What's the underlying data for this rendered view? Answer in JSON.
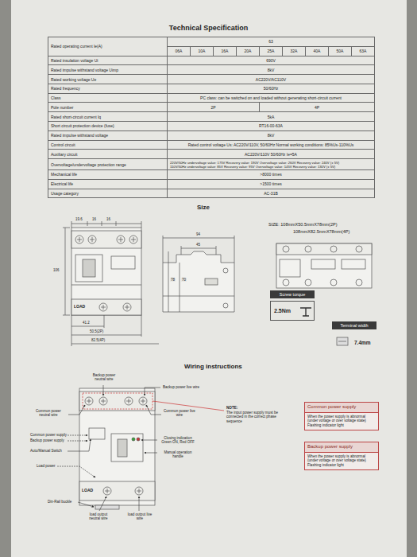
{
  "diagram": {
    "title": "Technical Specification",
    "nodes": [
      {
        "text": [
          "Screw torque"
        ]
      },
      {
        "text": [
          "2.5Nm"
        ]
      },
      {
        "text": [
          "Terminal width"
        ]
      },
      {
        "text": [
          "NOTE:",
          "The input power supply must be connected in the correct phase sequence"
        ]
      },
      {
        "text": [
          "Common power supply",
          "When the power supply is abnormal (under voltage or over voltage state) Flashing indicator light"
        ]
      },
      {
        "text": [
          "Backup power supply",
          "When the power supply is abnormal (under voltage or over voltage state) Flashing indicator light"
        ]
      }
    ],
    "labels": [
      "Rated operating current Ie(A)",
      "63",
      "06A",
      "10A",
      "16A",
      "20A",
      "25A",
      "32A",
      "40A",
      "50A",
      "63A",
      "Rated insulation voltage Ui",
      "690V",
      "Rated impulse withstand voltage Uimp",
      "8kV",
      "Rated working voltage Ue",
      "AC220V/AC110V",
      "Rated frequency",
      "50/60Hz",
      "Class",
      "PC class: can be switched on and loaded without generating short-circuit current",
      "Pole number",
      "2P",
      "4P",
      "Rated short-circuit current Iq",
      "5kA",
      "Short circuit protection device (fuse)",
      "RT16-00-63A",
      "Rated impulse withstand voltage",
      "8kV",
      "Control circuit",
      "Rated control voltage Us: AC220V/110V, 50/60Hz Normal working conditions: 85%Us-110%Us",
      "Auxiliary circuit",
      "AC220V/110V 50/60Hz Ie=5A",
      "Overvoltage/undervoltage protection range",
      "220V/50Hz undervoltage value: 175V Recovery value: 190V Overvoltage value: 260V Recovery value: 240V (± 5V)",
      "110V/50Hz undervoltage value: 85V Recovery value: 95V Overvoltage value: 145V Recovery value: 130V (± 5V)",
      "Mechanical life",
      ">8000 times",
      "Electrical life",
      ">1500 times",
      "Usage category",
      "AC-31B",
      "Size",
      "SIZE: 108mmX50.5mmX78mm(2P)",
      "108mmX82.5mmX78mm(4P)",
      "19.6",
      "16",
      "16",
      "106",
      "41.2",
      "50.5(2P)",
      "82.5(4P)",
      "LOAD",
      "94",
      "45",
      "78",
      "70",
      "Wiring instructions",
      "Backup power neutral wire",
      "Backup power live wire",
      "Common power neutral wire",
      "Common power live wire",
      "Common power supply",
      "Backup power supply",
      "Auto/Manual Switch",
      "Load power",
      "Closing indication Green ON, Red OFF",
      "Manual operation handle",
      "LOAD",
      "Din-Rail buckle",
      "load output neutral wire",
      "load output live wire",
      "7.4mm"
    ]
  }
}
